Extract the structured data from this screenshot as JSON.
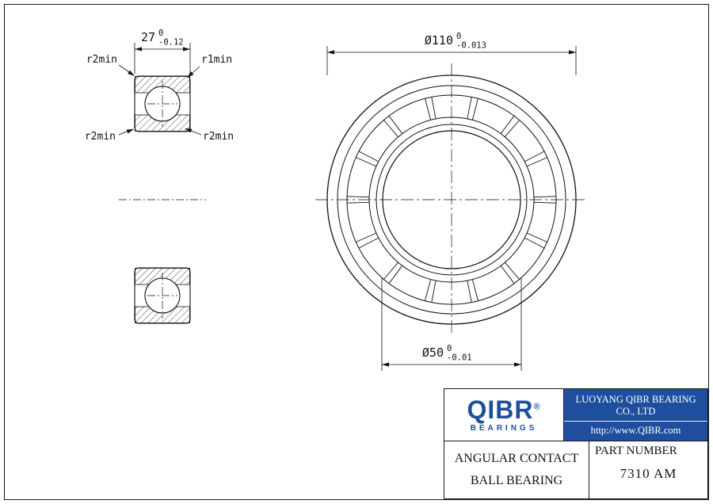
{
  "drawing": {
    "width_dim": {
      "value": "27",
      "tol_upper": "0",
      "tol_lower": "-0.12"
    },
    "od_dim": {
      "value": "Ø110",
      "tol_upper": "0",
      "tol_lower": "-0.013"
    },
    "bore_dim": {
      "value": "Ø50",
      "tol_upper": "0",
      "tol_lower": "-0.01"
    },
    "labels": {
      "r2_top_left": "r2min",
      "r1_top_right": "r1min",
      "r2_mid_left": "r2min",
      "r2_mid_right": "r2min"
    }
  },
  "title_block": {
    "logo_text": "QIBR",
    "logo_registered": "®",
    "logo_sub": "BEARINGS",
    "company_name": "LUOYANG QIBR BEARING CO., LTD",
    "company_url": "http://www.QIBR.com",
    "product_line1": "ANGULAR CONTACT",
    "product_line2": "BALL BEARING",
    "part_number_label": "PART NUMBER",
    "part_number": "7310 AM"
  },
  "colors": {
    "brand_blue": "#1d4f9e",
    "line": "#111111"
  }
}
